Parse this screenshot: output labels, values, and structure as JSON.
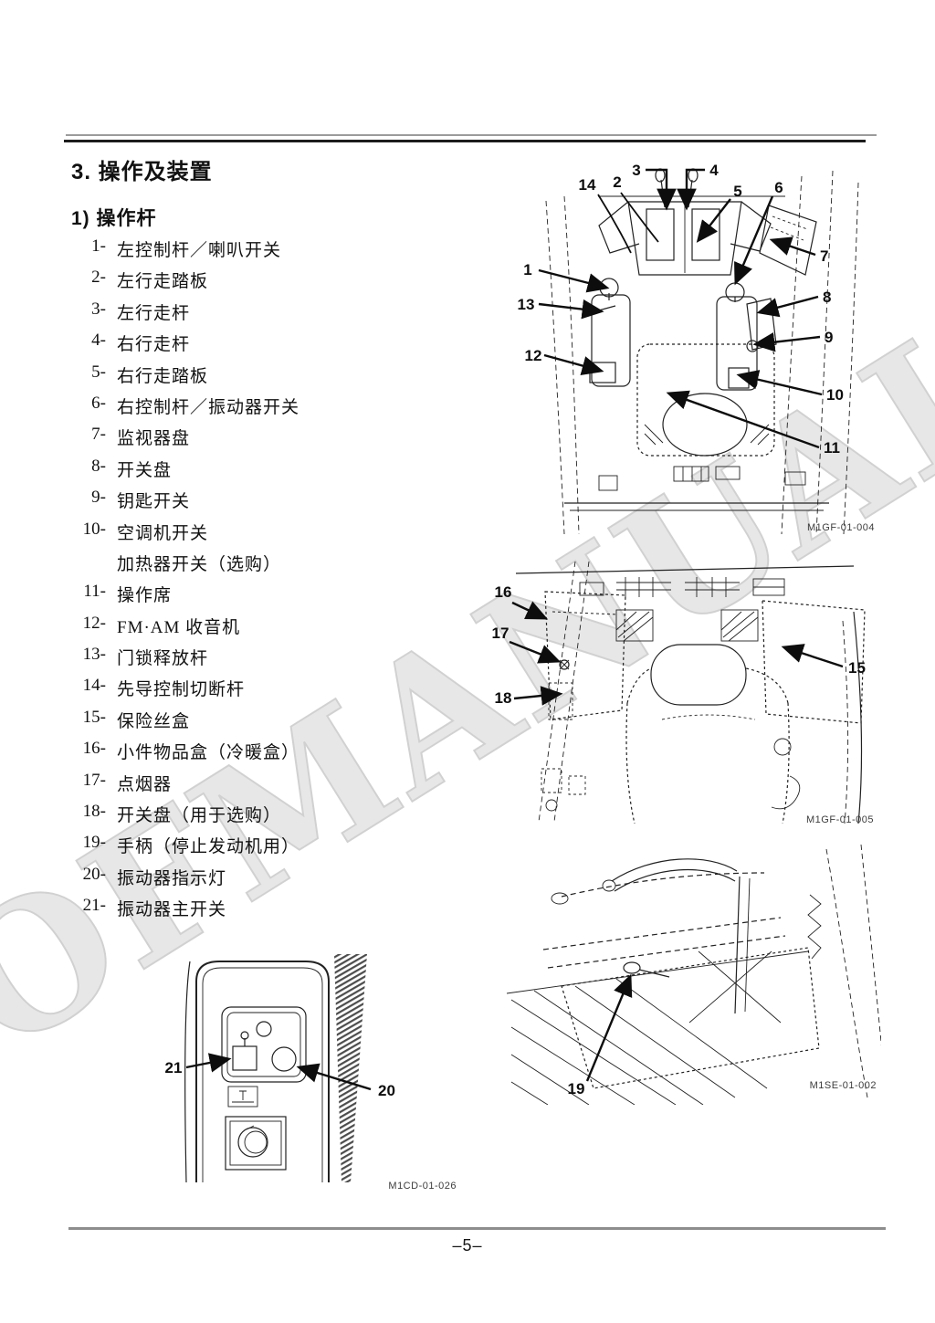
{
  "page": {
    "number": "–5–",
    "watermark": "OFMANUAL"
  },
  "header": {
    "title": "3. 操作及装置",
    "subtitle": "1) 操作杆"
  },
  "legend": {
    "items": [
      {
        "num": "1-",
        "label": "左控制杆／喇叭开关"
      },
      {
        "num": "2-",
        "label": "左行走踏板"
      },
      {
        "num": "3-",
        "label": "左行走杆"
      },
      {
        "num": "4-",
        "label": "右行走杆"
      },
      {
        "num": "5-",
        "label": "右行走踏板"
      },
      {
        "num": "6-",
        "label": "右控制杆／振动器开关"
      },
      {
        "num": "7-",
        "label": "监视器盘"
      },
      {
        "num": "8-",
        "label": "开关盘"
      },
      {
        "num": "9-",
        "label": "钥匙开关"
      },
      {
        "num": "10-",
        "label": "空调机开关"
      },
      {
        "num": "",
        "label": "加热器开关（选购）"
      },
      {
        "num": "11-",
        "label": "操作席"
      },
      {
        "num": "12-",
        "label": "FM·AM 收音机"
      },
      {
        "num": "13-",
        "label": "门锁释放杆"
      },
      {
        "num": "14-",
        "label": "先导控制切断杆"
      },
      {
        "num": "15-",
        "label": "保险丝盒"
      },
      {
        "num": "16-",
        "label": "小件物品盒（冷暖盒）"
      },
      {
        "num": "17-",
        "label": "点烟器"
      },
      {
        "num": "18-",
        "label": "开关盘（用于选购）"
      },
      {
        "num": "19-",
        "label": "手柄（停止发动机用）"
      },
      {
        "num": "20-",
        "label": "振动器指示灯"
      },
      {
        "num": "21-",
        "label": "振动器主开关"
      }
    ]
  },
  "figures": {
    "fig1": {
      "code": "M1GF-01-004",
      "callouts": {
        "n1": "1",
        "n2": "2",
        "n3": "3",
        "n4": "4",
        "n5": "5",
        "n6": "6",
        "n7": "7",
        "n8": "8",
        "n9": "9",
        "n10": "10",
        "n11": "11",
        "n12": "12",
        "n13": "13",
        "n14": "14"
      }
    },
    "fig2": {
      "code": "M1GF-01-005",
      "callouts": {
        "n15": "15",
        "n16": "16",
        "n17": "17",
        "n18": "18"
      }
    },
    "fig3": {
      "code": "M1SE-01-002",
      "callouts": {
        "n19": "19"
      }
    },
    "fig4": {
      "code": "M1CD-01-026",
      "callouts": {
        "n20": "20",
        "n21": "21"
      }
    }
  }
}
